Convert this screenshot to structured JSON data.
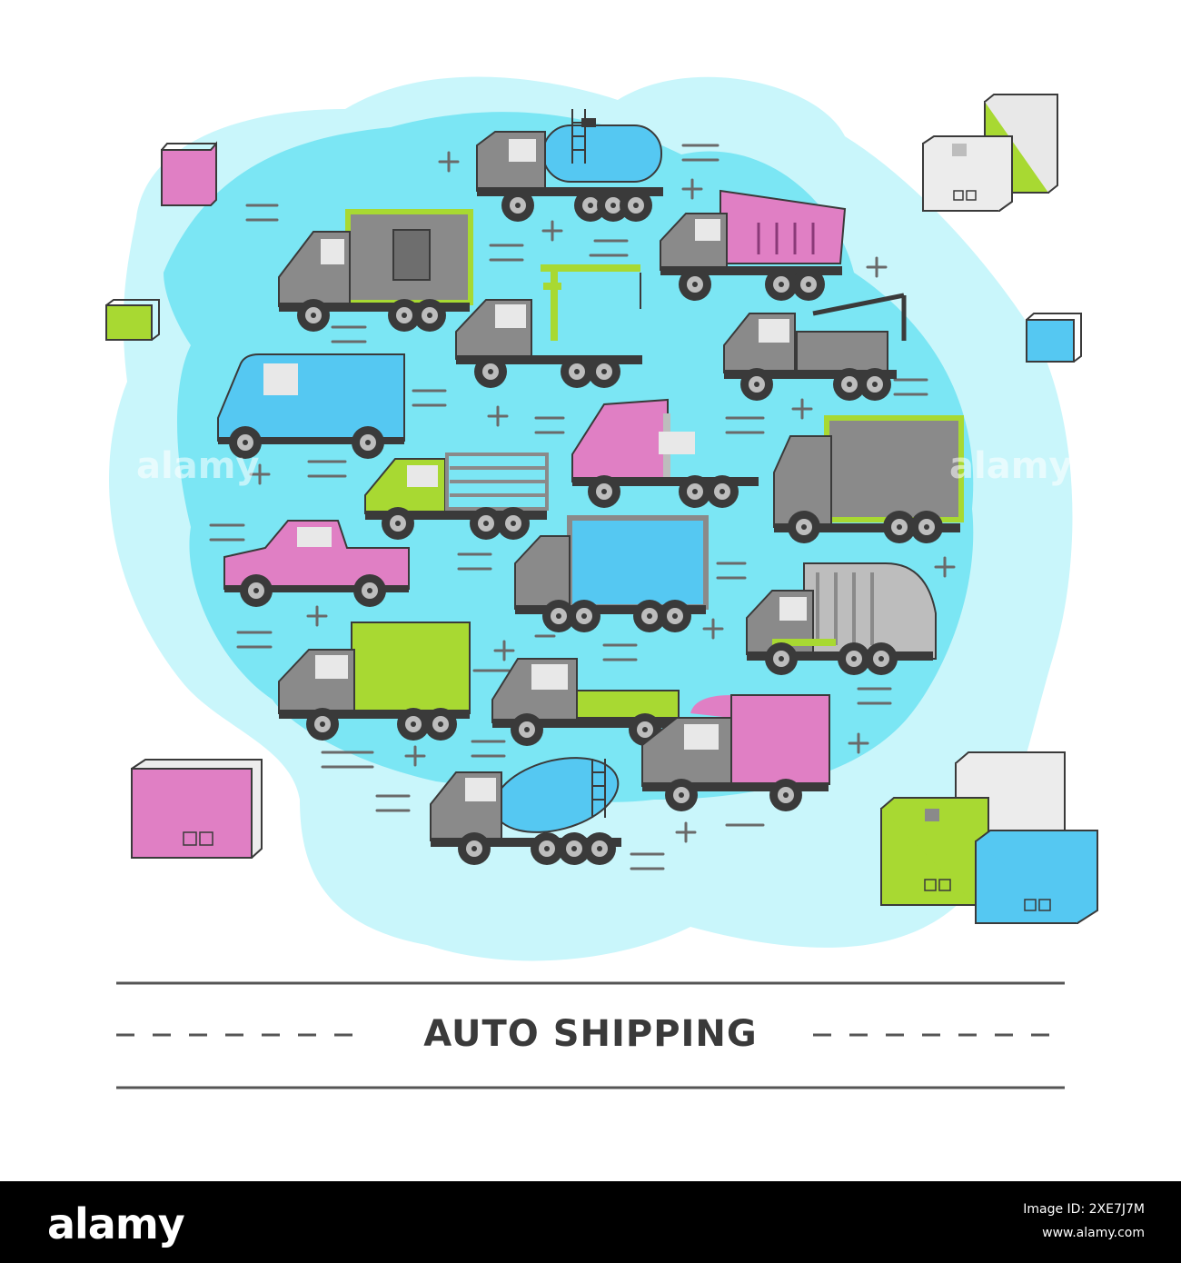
{
  "title": "AUTO SHIPPING",
  "watermark": "alamy",
  "footer": {
    "logo": "alamy",
    "image_id_line": "Image ID: 2XE7J7M",
    "url": "www.alamy.com"
  },
  "colors": {
    "blob_outer": "#c9f6fb",
    "blob_inner": "#78e3f2",
    "gray": "#7a7a7a",
    "green": "#a8d932",
    "pink": "#e07fc4",
    "blue": "#55c8f2",
    "line": "#555555"
  },
  "icons": [
    "tanker-truck-icon",
    "dump-truck-icon",
    "refrigerated-truck-icon",
    "crane-truck-icon",
    "tow-truck-icon",
    "van-icon",
    "semi-tractor-icon",
    "logging-truck-icon",
    "box-truck-icon",
    "pickup-truck-icon",
    "trailer-truck-icon",
    "garbage-truck-icon",
    "cargo-truck-icon",
    "flatbed-truck-icon",
    "delivery-truck-icon",
    "cement-mixer-icon",
    "cardboard-box-icon"
  ]
}
